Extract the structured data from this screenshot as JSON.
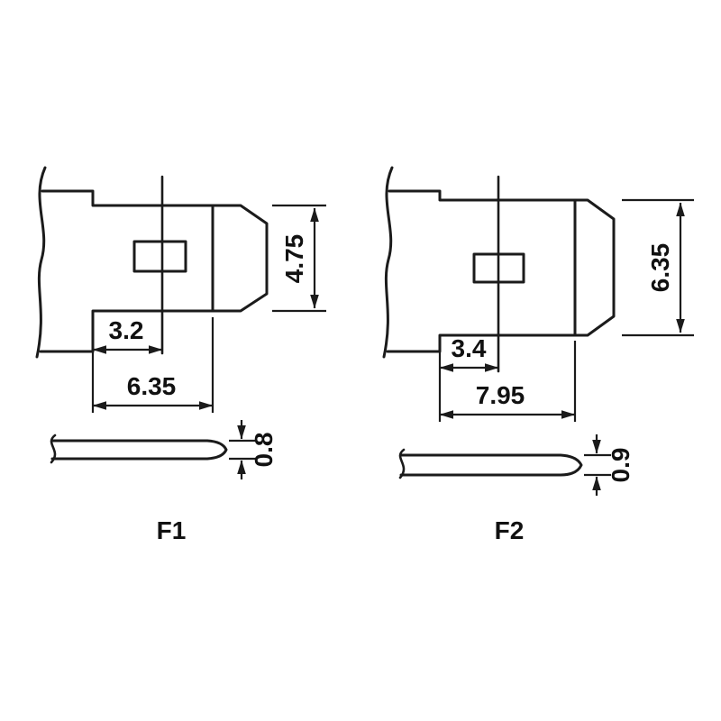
{
  "colors": {
    "line": "#1b1b1b",
    "background": "#ffffff"
  },
  "diagrams": [
    {
      "label": "F1",
      "tab_height": "4.75",
      "center_offset": "3.2",
      "tab_length": "6.35",
      "thickness": "0.8"
    },
    {
      "label": "F2",
      "tab_height": "6.35",
      "center_offset": "3.4",
      "tab_length": "7.95",
      "thickness": "0.9"
    }
  ]
}
